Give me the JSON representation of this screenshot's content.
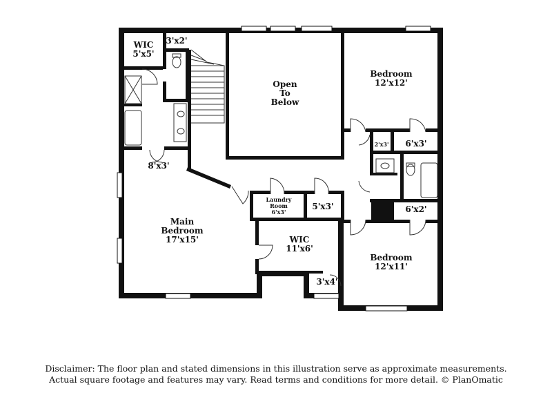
{
  "rooms": {
    "wic_top": {
      "name": "WIC",
      "size": "5'x5'"
    },
    "closet_3x2": {
      "size": "3'x2'"
    },
    "open_to_below": {
      "line1": "Open",
      "line2": "To",
      "line3": "Below"
    },
    "bedroom_top": {
      "name": "Bedroom",
      "size": "12'x12'"
    },
    "closet_2x3": {
      "size": "2'x3'"
    },
    "closet_6x3": {
      "size": "6'x3'"
    },
    "hall_8x3": {
      "size": "8'x3'"
    },
    "laundry": {
      "line1": "Laundry",
      "line2": "Room",
      "size": "6'x3'"
    },
    "closet_5x3": {
      "size": "5'x3'"
    },
    "closet_6x2": {
      "size": "6'x2'"
    },
    "main_bedroom": {
      "line1": "Main",
      "line2": "Bedroom",
      "size": "17'x15'"
    },
    "wic_main": {
      "name": "WIC",
      "size": "11'x6'"
    },
    "bedroom_bottom": {
      "name": "Bedroom",
      "size": "12'x11'"
    },
    "closet_3x4": {
      "size": "3'x4'"
    }
  },
  "disclaimer": {
    "line1": "Disclaimer: The floor plan and stated dimensions in this illustration serve as approximate measurements.",
    "line2": "Actual square footage and features may vary. Read terms and conditions for more detail. © PlanOmatic"
  },
  "colors": {
    "wall": "#111111",
    "fixture": "#555555",
    "background": "#ffffff"
  }
}
